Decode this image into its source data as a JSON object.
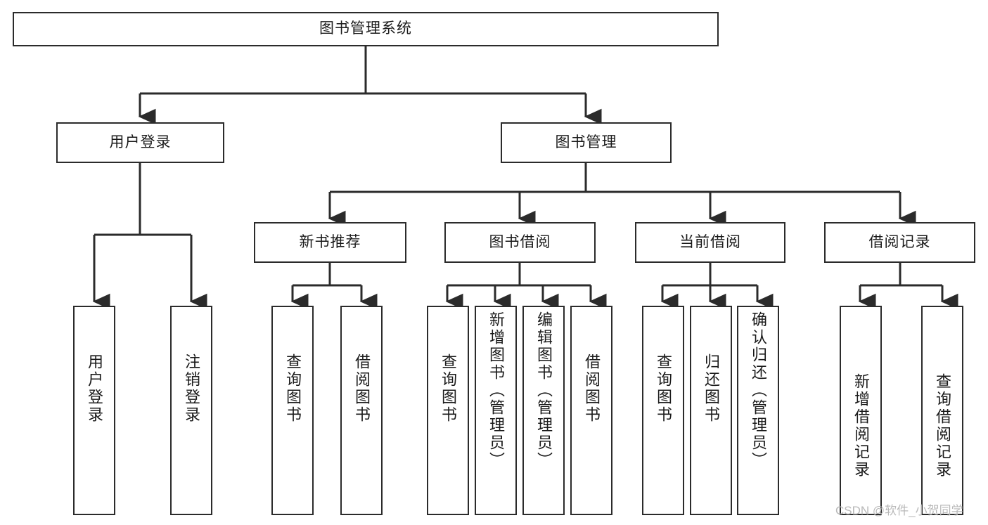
{
  "diagram": {
    "title": "图书管理系统",
    "root": {
      "label": "图书管理系统"
    },
    "level1": [
      {
        "label": "用户登录"
      },
      {
        "label": "图书管理"
      }
    ],
    "level2": [
      {
        "label": "新书推荐"
      },
      {
        "label": "图书借阅"
      },
      {
        "label": "当前借阅"
      },
      {
        "label": "借阅记录"
      }
    ],
    "leaves": {
      "user_login": [
        {
          "label": "用户登录"
        },
        {
          "label": "注销登录"
        }
      ],
      "new_book_recommend": [
        {
          "label": "查询图书"
        },
        {
          "label": "借阅图书"
        }
      ],
      "book_borrow": [
        {
          "label": "查询图书"
        },
        {
          "label": "新增图书（管理员）"
        },
        {
          "label": "编辑图书（管理员）"
        },
        {
          "label": "借阅图书"
        }
      ],
      "current_borrow": [
        {
          "label": "查询图书"
        },
        {
          "label": "归还图书"
        },
        {
          "label": "确认归还（管理员）"
        }
      ],
      "borrow_record": [
        {
          "label": "新增借阅记录"
        },
        {
          "label": "查询借阅记录"
        }
      ]
    }
  },
  "watermark": {
    "text": "CSDN @软件_小贺同学"
  },
  "colors": {
    "background": "#ffffff",
    "box_fill": "#ffffff",
    "box_border": "#2b2b2b",
    "connector": "#2b2b2b",
    "text": "#1a1a1a",
    "watermark": "#b9b9b9"
  }
}
